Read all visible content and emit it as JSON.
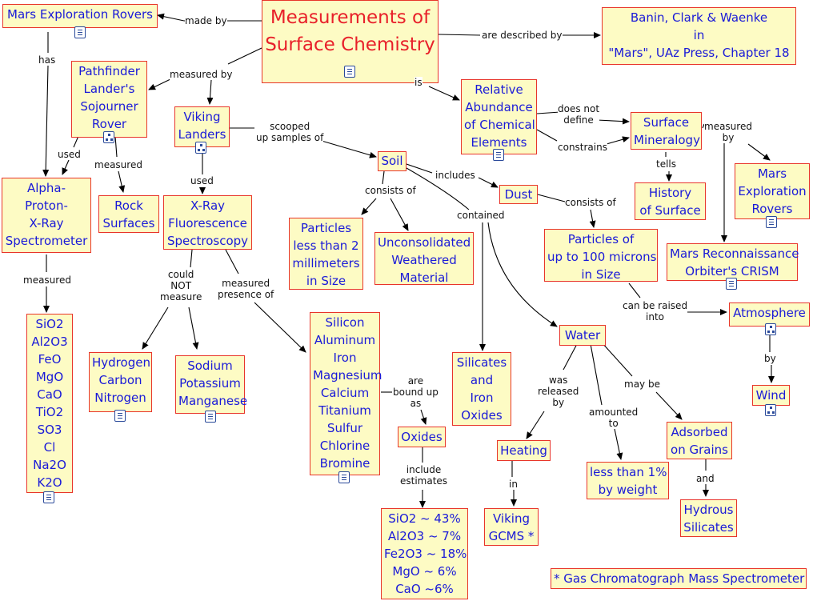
{
  "nodes": {
    "measurements": "Measurements of\nSurface Chemistry",
    "mer_top": "Mars Exploration Rovers",
    "banin": "Banin, Clark & Waenke\nin\n\"Mars\", UAz Press, Chapter 18",
    "pathfinder": "Pathfinder\nLander's\nSojourner\nRover",
    "viking_landers": "Viking\nLanders",
    "relative": "Relative\nAbundance\nof Chemical\nElements",
    "surface_mineralogy": "Surface\nMineralogy",
    "mer_right": "Mars\nExploration\nRovers",
    "apxs": "Alpha-\nProton-\nX-Ray\nSpectrometer",
    "rock_surfaces": "Rock\nSurfaces",
    "xrf": "X-Ray\nFluorescence\nSpectroscopy",
    "soil": "Soil",
    "dust": "Dust",
    "history": "History\nof Surface",
    "particles2mm": "Particles\nless than 2\nmillimeters\nin Size",
    "unconsolidated": "Unconsolidated\nWeathered\nMaterial",
    "particles100": "Particles of\nup to 100 microns\nin Size",
    "mro": "Mars Reconnaissance\nOrbiter's CRISM",
    "atmosphere": "Atmosphere",
    "oxides_list": "SiO2\nAl2O3\nFeO\nMgO\nCaO\nTiO2\nSO3\nCl\nNa2O\nK2O",
    "hcn": "Hydrogen\nCarbon\nNitrogen",
    "spm": "Sodium\nPotassium\nManganese",
    "elements": "Silicon\nAluminum\nIron\nMagnesium\nCalcium\nTitanium\nSulfur\nChlorine\nBromine",
    "silicates_iron": "Silicates\nand\nIron\nOxides",
    "water": "Water",
    "wind": "Wind",
    "oxides": "Oxides",
    "heating": "Heating",
    "less1": "less than 1%\nby weight",
    "adsorbed": "Adsorbed\non Grains",
    "estimates": "SiO2 ~ 43%\nAl2O3 ~ 7%\nFe2O3 ~ 18%\nMgO ~ 6%\nCaO ~6%",
    "viking_gcms": "Viking\nGCMS *",
    "hydrous": "Hydrous\nSilicates",
    "footnote": "* Gas Chromatograph Mass Spectrometer"
  },
  "links": {
    "made_by": "made by",
    "are_described_by": "are described by",
    "has": "has",
    "measured_by": "measured by",
    "is": "is",
    "does_not_define": "does not\ndefine",
    "constrains": "constrains",
    "measured_by2": "measured\nby",
    "used1": "used",
    "measured1": "measured",
    "used2": "used",
    "scooped": "scooped\nup samples of",
    "tells": "tells",
    "includes": "includes",
    "consists_of1": "consists of",
    "contained": "contained",
    "consists_of2": "consists of",
    "measured2": "measured",
    "could_not": "could\nNOT\nmeasure",
    "measured_presence": "measured\npresence of",
    "can_be_raised": "can be raised\ninto",
    "by": "by",
    "are_bound": "are\nbound up\nas",
    "was_released": "was\nreleased\nby",
    "amounted_to": "amounted\nto",
    "may_be": "may be",
    "include_estimates": "include\nestimates",
    "in": "in",
    "and": "and"
  },
  "colors": {
    "node_fill": "#fdfbc4",
    "node_border": "#e8352a",
    "node_text": "#1a1ad8",
    "title_text": "#e8202a",
    "edge": "#000000"
  }
}
